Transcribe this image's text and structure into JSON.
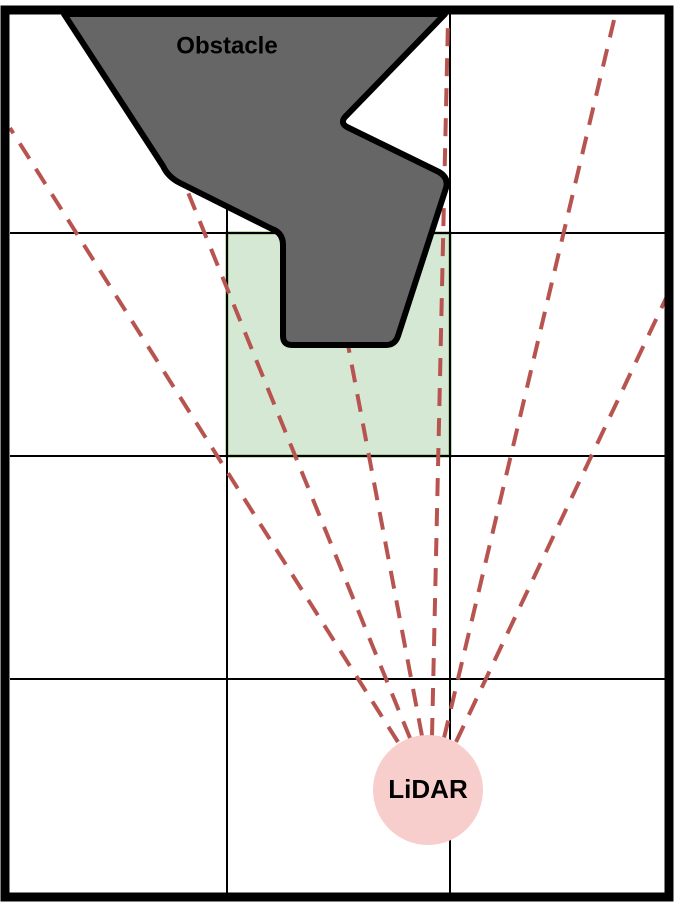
{
  "diagram": {
    "obstacle_label": "Obstacle",
    "sensor_label": "LiDAR",
    "colors": {
      "frame": "#000000",
      "grid": "#000000",
      "obstacle_fill": "#666666",
      "obstacle_stroke": "#000000",
      "occupied_cell_fill": "#d5e8d4",
      "occupied_cell_stroke": "#82b366",
      "ray": "#b85450",
      "sensor_fill": "#f8cecc"
    },
    "grid": {
      "columns": 3,
      "rows": 4
    },
    "occupied_cell": {
      "column": 2,
      "row": 2
    },
    "ray_count": 6
  }
}
